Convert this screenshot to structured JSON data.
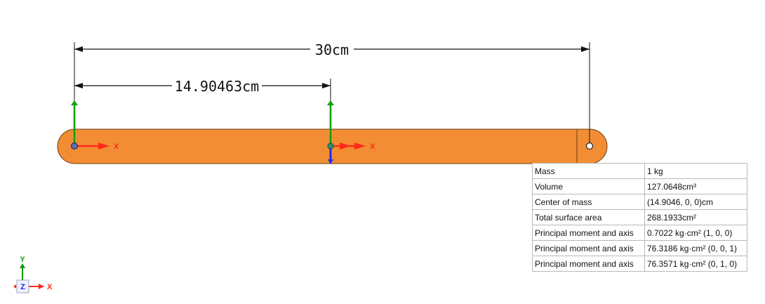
{
  "dimensions": {
    "total_length": "30cm",
    "center_of_mass_offset": "14.90463cm"
  },
  "axis_labels": {
    "x": "X",
    "y": "Y",
    "z": "Z"
  },
  "triad_labels": {
    "x": "X",
    "y": "Y",
    "z": "Z"
  },
  "properties": [
    {
      "label": "Mass",
      "value": "1 kg"
    },
    {
      "label": "Volume",
      "value": "127.0648cm³"
    },
    {
      "label": "Center of mass",
      "value": "(14.9046, 0, 0)cm"
    },
    {
      "label": "Total surface area",
      "value": "268.1933cm²"
    },
    {
      "label": "Principal moment and axis",
      "value": "0.7022 kg·cm² (1, 0, 0)"
    },
    {
      "label": "Principal moment and axis",
      "value": "76.3186 kg·cm² (0, 0, 1)"
    },
    {
      "label": "Principal moment and axis",
      "value": "76.3571 kg·cm² (0, 1, 0)"
    }
  ],
  "colors": {
    "part_fill": "#f28d33",
    "part_edge": "#6b3f12",
    "axis_x": "#ff2a1a",
    "axis_y": "#0f9d0f",
    "axis_z": "#1a2bff"
  }
}
